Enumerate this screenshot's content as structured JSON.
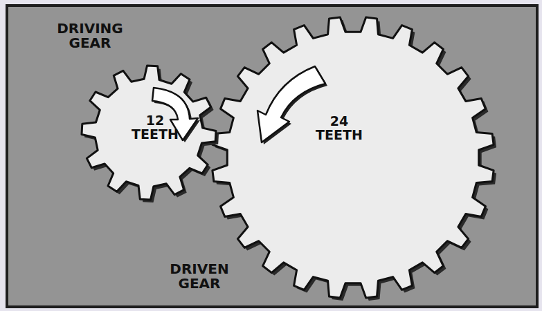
{
  "diagram": {
    "nodes": [
      {
        "text": [
          "DRIVING GEAR",
          "12 TEETH"
        ]
      },
      {
        "text": [
          "24 TEETH",
          "DRIVEN GEAR"
        ]
      }
    ]
  }
}
